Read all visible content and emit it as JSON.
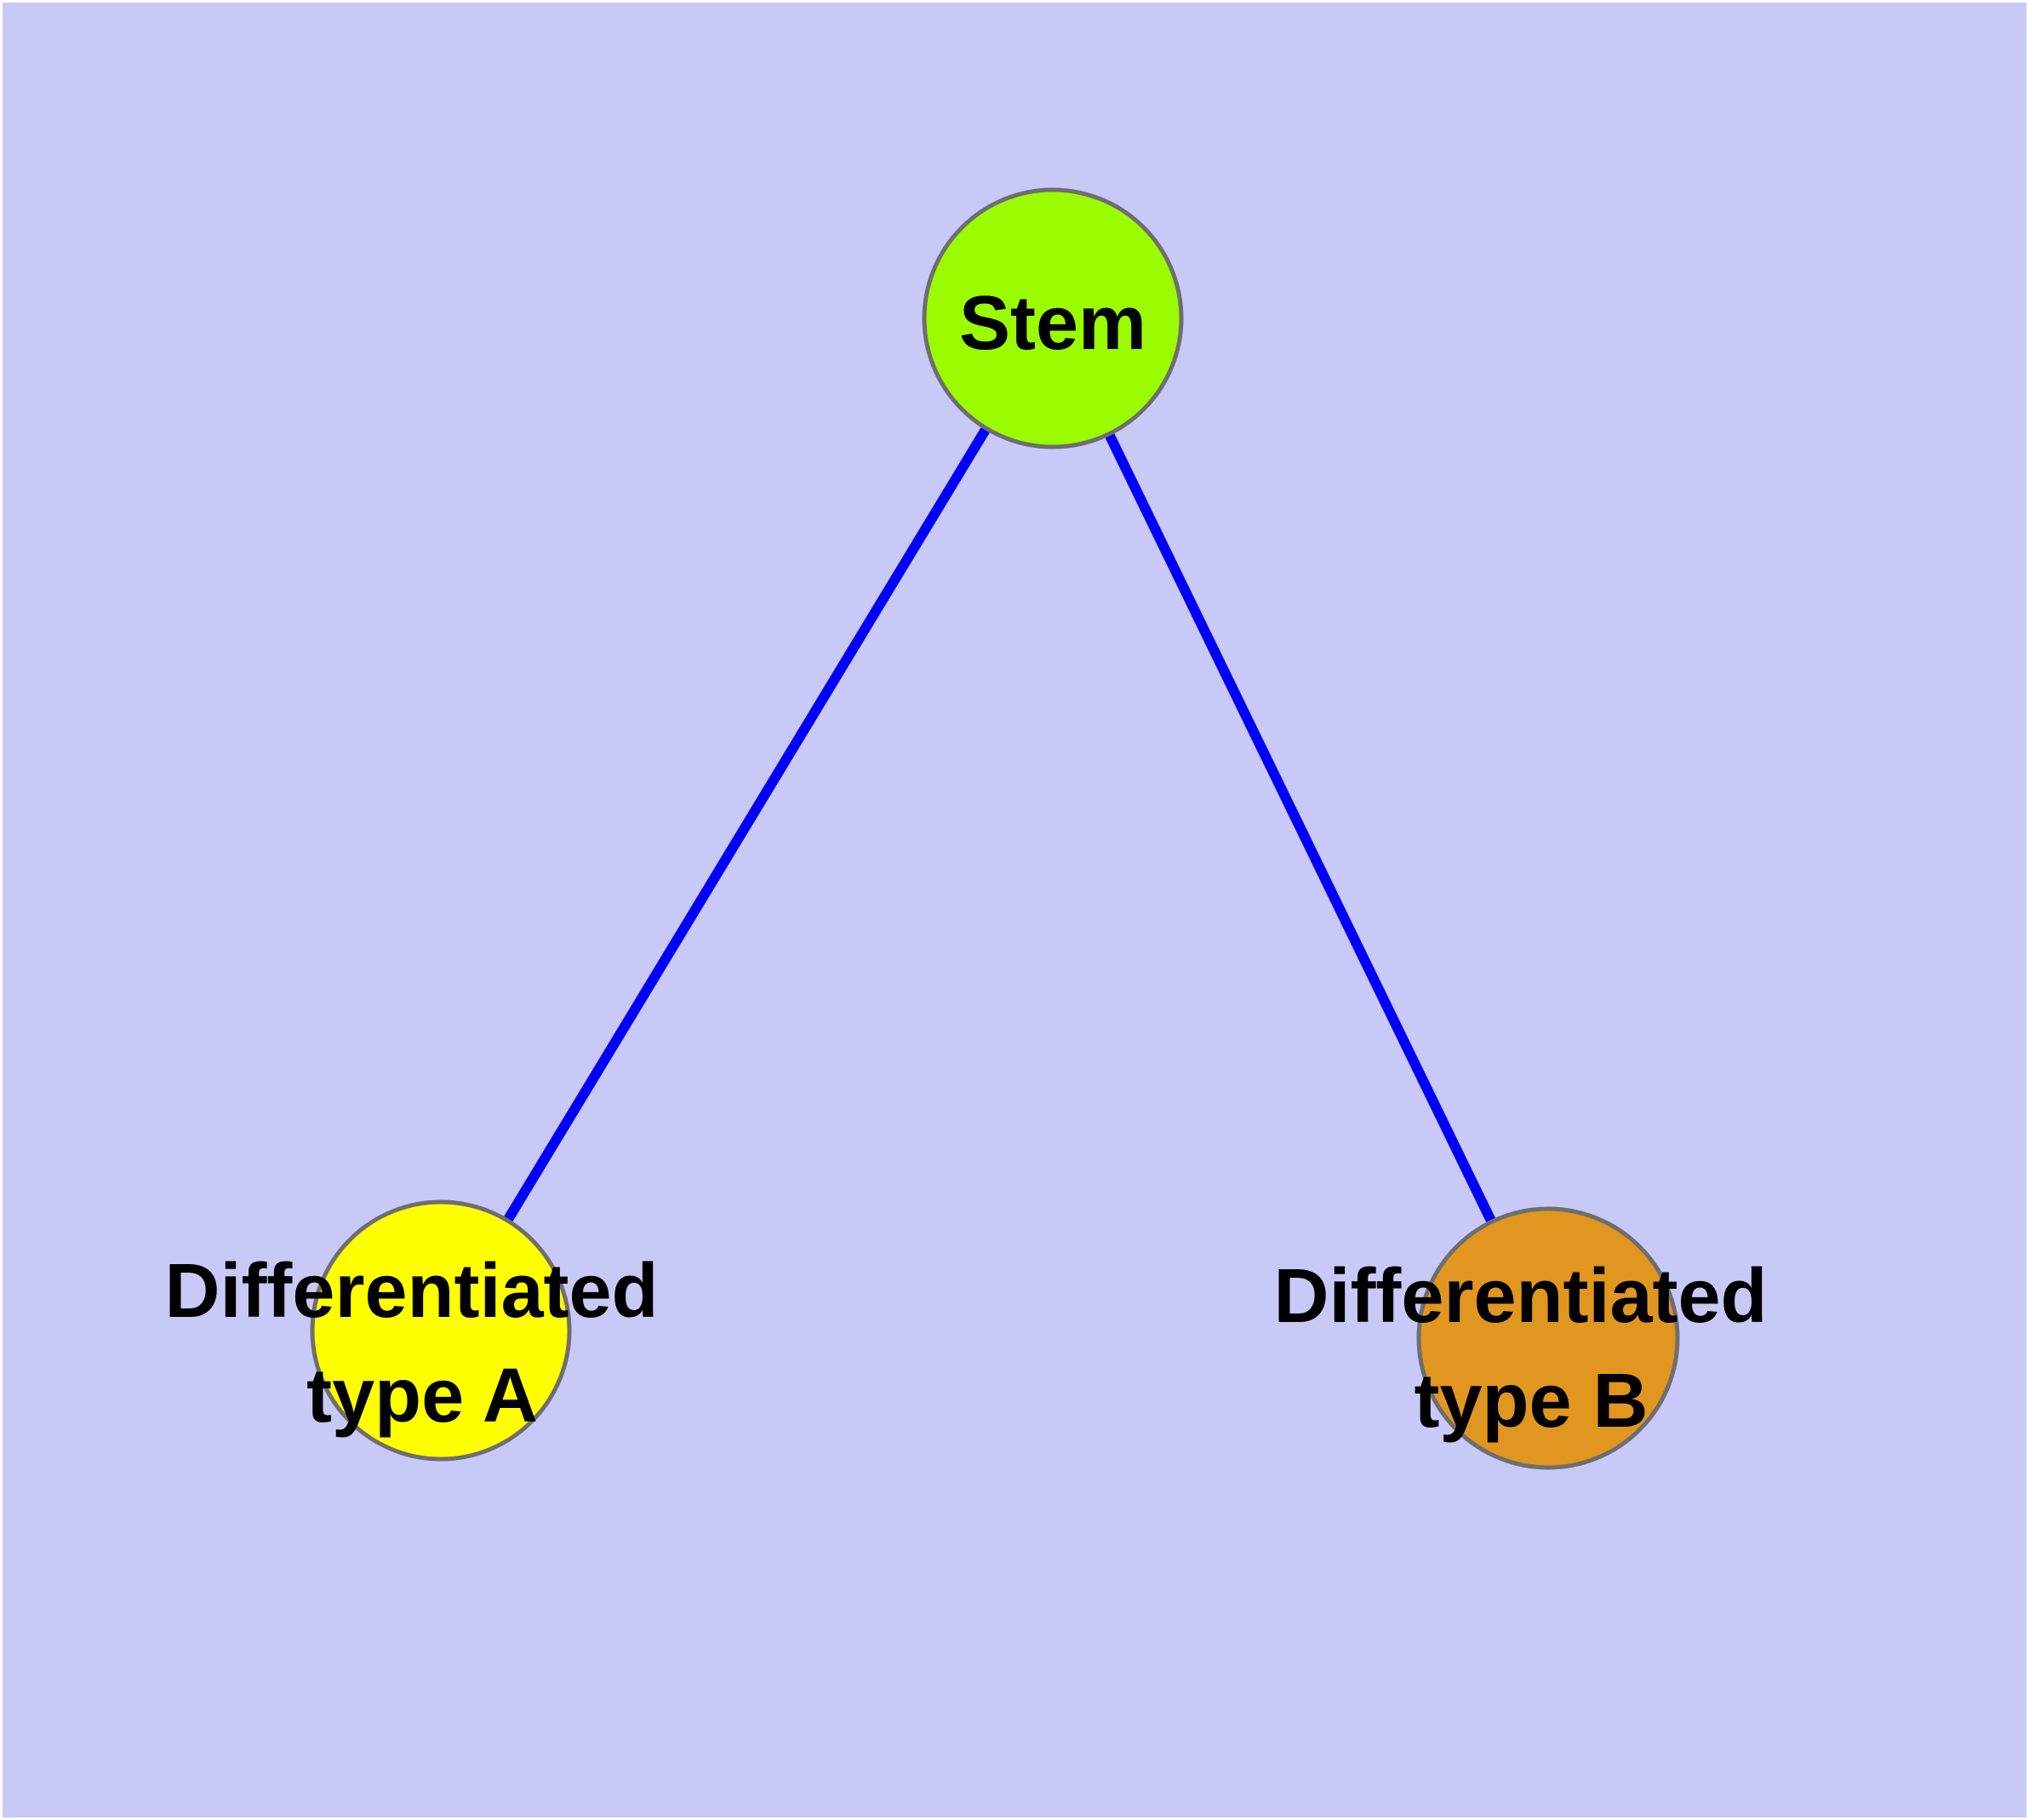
{
  "diagram": {
    "description": "Stem cell differentiation graph",
    "colors": {
      "background": "#c9c9f8",
      "node_border": "#6e6e6e",
      "edge": "#0000fa",
      "label_text": "#000000"
    },
    "nodes": {
      "stem": {
        "label": "Stem",
        "fill": "#9bfc00"
      },
      "type_a": {
        "label_line1": "Differentiated",
        "label_line2": "type A",
        "fill": "#ffff00"
      },
      "type_b": {
        "label_line1": "Differentiated",
        "label_line2": "type B",
        "fill": "#e0961f"
      }
    },
    "edges": [
      {
        "from": "Stem",
        "to": "Differentiated type A"
      },
      {
        "from": "Stem",
        "to": "Differentiated type B"
      }
    ]
  }
}
